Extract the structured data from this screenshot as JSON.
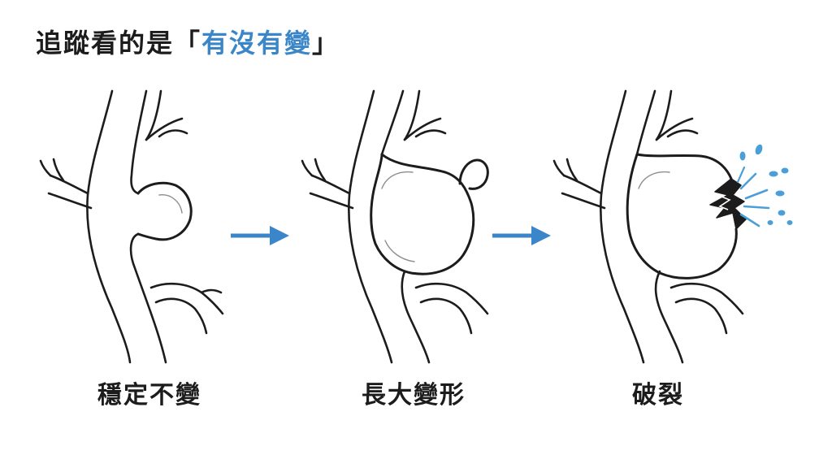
{
  "title": {
    "prefix": "追蹤看的是",
    "open_bracket": "「",
    "highlight": "有沒有變",
    "close_bracket": "」"
  },
  "stages": [
    {
      "label": "穩定不變"
    },
    {
      "label": "長大變形"
    },
    {
      "label": "破裂"
    }
  ],
  "colors": {
    "accent": "#3a86c8",
    "ink": "#1c1c1c",
    "arrow": "#3a86c8",
    "splash": "#4a9fd8"
  }
}
